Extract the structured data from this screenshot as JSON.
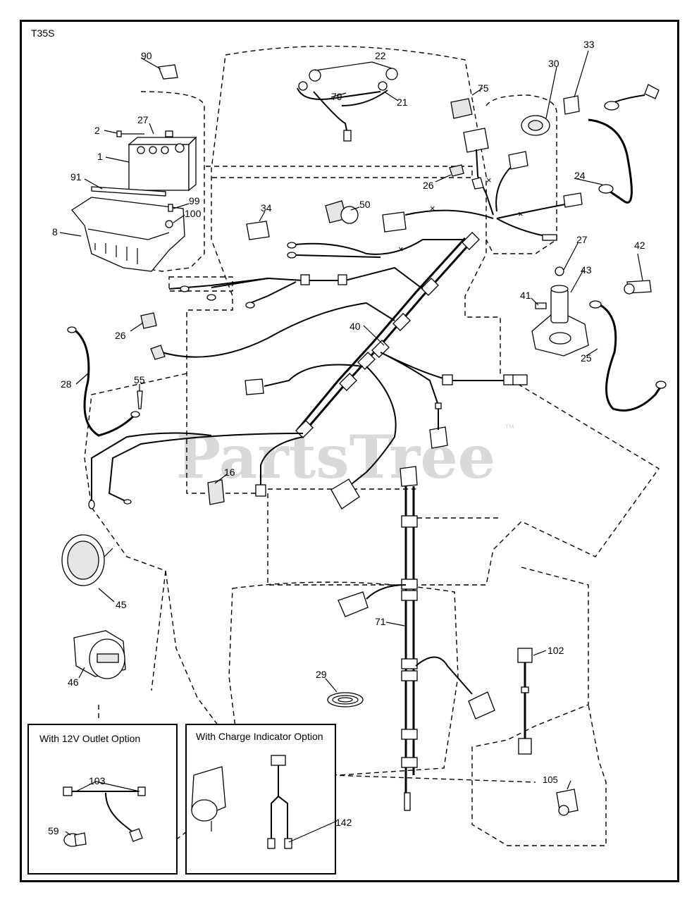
{
  "diagram_code": "T35S",
  "watermark": "PartsTree",
  "watermark_tm": "™",
  "callouts": {
    "c90": "90",
    "c22": "22",
    "c79": "79",
    "c21": "21",
    "c75": "75",
    "c30": "30",
    "c33": "33",
    "c27a": "27",
    "c2": "2",
    "c1": "1",
    "c91": "91",
    "c99": "99",
    "c100": "100",
    "c8": "8",
    "c26a": "26",
    "c34": "34",
    "c50": "50",
    "c24": "24",
    "c27b": "27",
    "c42": "42",
    "c43": "43",
    "c41": "41",
    "c25": "25",
    "c40": "40",
    "c26b": "26",
    "c28": "28",
    "c55": "55",
    "c16": "16",
    "c45": "45",
    "c46": "46",
    "c71": "71",
    "c29": "29",
    "c102": "102",
    "c103": "103",
    "c59": "59",
    "c142": "142",
    "c105": "105"
  },
  "insets": {
    "outlet_title": "With 12V Outlet Option",
    "charge_title": "With Charge Indicator Option"
  }
}
